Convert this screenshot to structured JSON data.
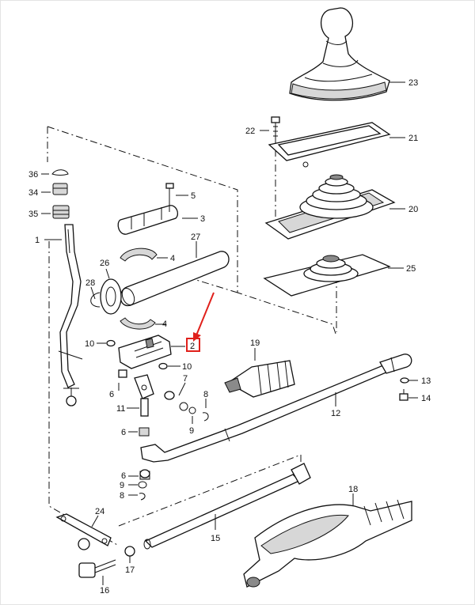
{
  "diagram": {
    "labels": {
      "p1": "1",
      "p2": "2",
      "p3": "3",
      "p4a": "4",
      "p4b": "4",
      "p5": "5",
      "p6a": "6",
      "p6b": "6",
      "p6c": "6",
      "p7": "7",
      "p8a": "8",
      "p8b": "8",
      "p9a": "9",
      "p9b": "9",
      "p10a": "10",
      "p10b": "10",
      "p11": "11",
      "p12": "12",
      "p13": "13",
      "p14": "14",
      "p15": "15",
      "p16": "16",
      "p17": "17",
      "p18": "18",
      "p19": "19",
      "p20": "20",
      "p21": "21",
      "p22": "22",
      "p23": "23",
      "p24": "24",
      "p25": "25",
      "p26": "26",
      "p27": "27",
      "p28": "28",
      "p34": "34",
      "p35": "35",
      "p36": "36"
    },
    "highlight": {
      "label": "2",
      "color": "#e0201b"
    }
  }
}
